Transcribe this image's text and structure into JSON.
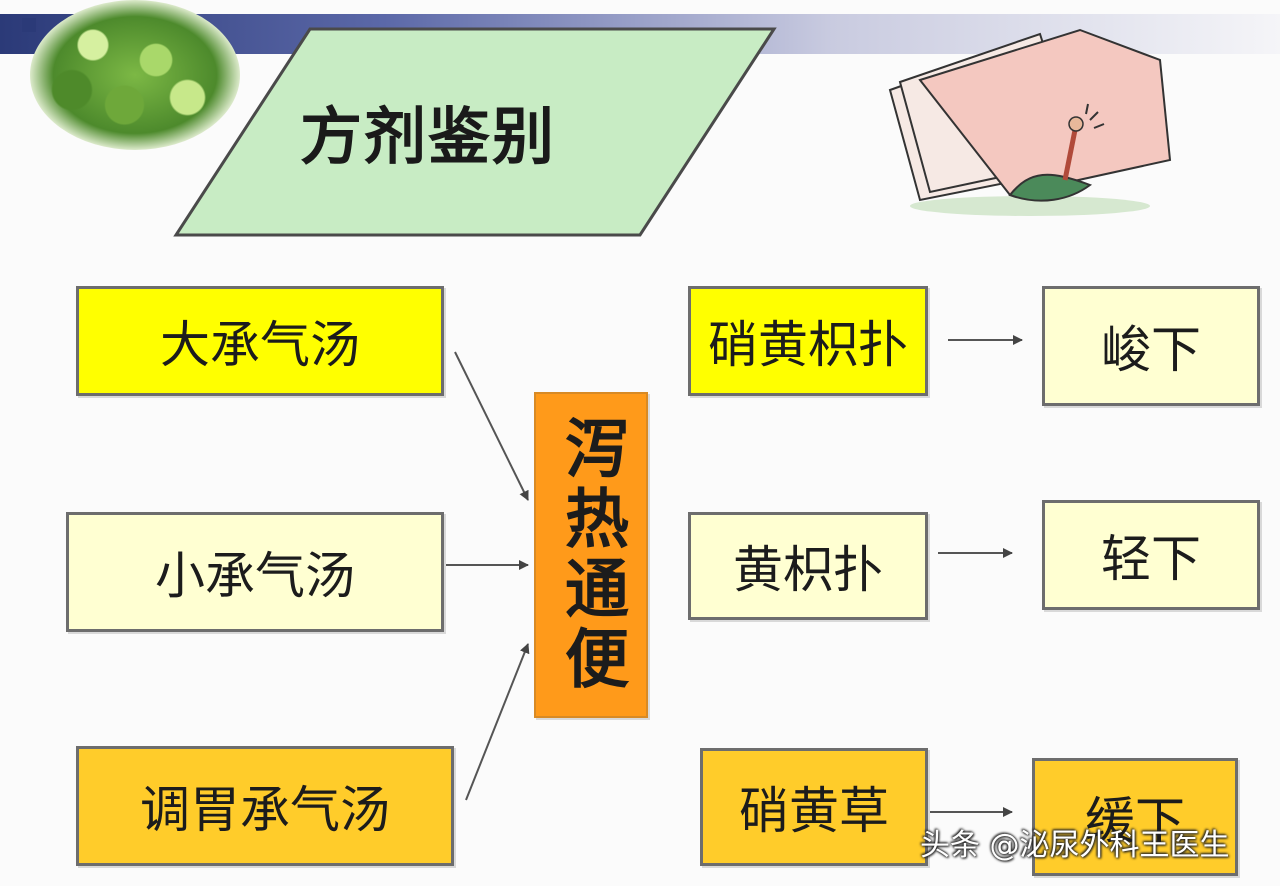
{
  "title": "方剂鉴别",
  "left_boxes": [
    {
      "label": "大承气汤"
    },
    {
      "label": "小承气汤"
    },
    {
      "label": "调胃承气汤"
    }
  ],
  "center": {
    "label": "泻热通便"
  },
  "mid_boxes": [
    {
      "label": "硝黄枳扑"
    },
    {
      "label": "黄枳扑"
    },
    {
      "label": "硝黄草"
    }
  ],
  "right_boxes": [
    {
      "label": "峻下"
    },
    {
      "label": "轻下"
    },
    {
      "label": "缓下"
    }
  ],
  "watermark": "头条 @泌尿外科王医生",
  "colors": {
    "yellow": "#ffff00",
    "cream": "#ffffd2",
    "gold": "#ffcc2a",
    "orange": "#ff9a1a",
    "title_fill": "#c8ecc4",
    "border": "#6d6d6d"
  }
}
